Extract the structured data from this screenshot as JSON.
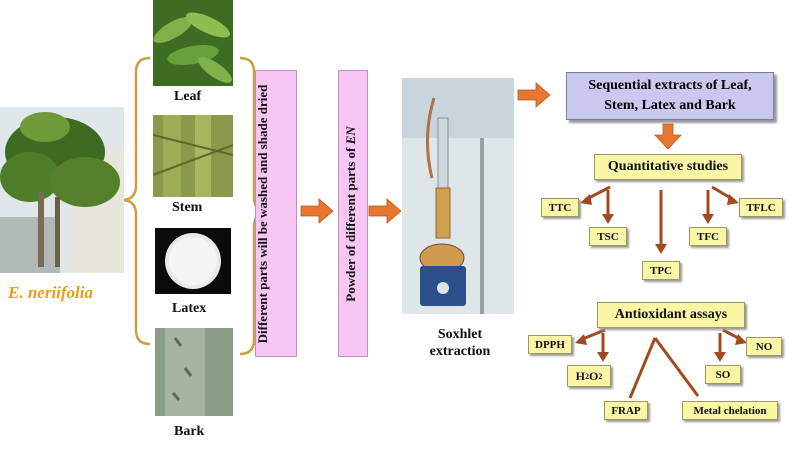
{
  "plant_name": "E. neriifolia",
  "parts": {
    "leaf": "Leaf",
    "stem": "Stem",
    "latex": "Latex",
    "bark": "Bark"
  },
  "step_wash": "Different parts will be washed and shade dried",
  "step_powder_prefix": "Powder of different parts of ",
  "step_powder_abbr": "EN",
  "soxhlet": {
    "line1": "Soxhlet",
    "line2": "extraction"
  },
  "sequential": {
    "line1": "Sequential extracts of Leaf,",
    "line2": "Stem, Latex and Bark"
  },
  "quantitative": {
    "title": "Quantitative studies",
    "items": [
      "TTC",
      "TSC",
      "TPC",
      "TFC",
      "TFLC"
    ]
  },
  "antioxidant": {
    "title": "Antioxidant assays",
    "items": [
      "DPPH",
      "FRAP",
      "Metal chelation",
      "SO",
      "NO"
    ],
    "h2o2": {
      "base": "H",
      "sub1": "2",
      "mid": "O",
      "sub2": "2"
    }
  },
  "colors": {
    "bracket": "#c8a040",
    "arrow_orange": "#e87530",
    "arrow_brown": "#a04a20",
    "purple_box": "#c9c8ef",
    "yellow_box": "#fbf5a6",
    "pink_box": "#f8c6f5",
    "plant_label": "#e8a010"
  }
}
